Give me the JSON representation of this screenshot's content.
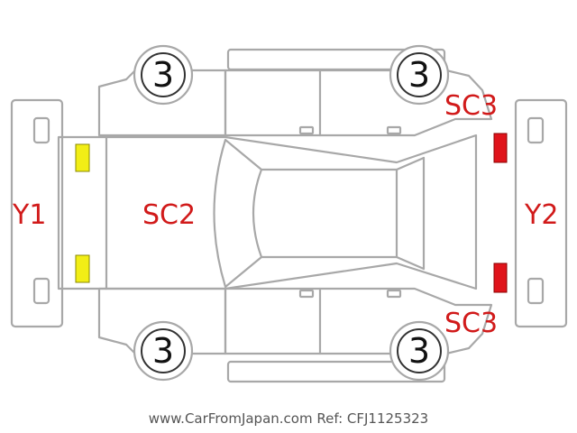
{
  "diagram": {
    "tire_marks": {
      "front_left": "3",
      "front_right": "3",
      "rear_left": "3",
      "rear_right": "3"
    },
    "labels": {
      "front_bumper": "Y1",
      "rear_bumper": "Y2",
      "hood": "SC2",
      "rear_upper": "SC3",
      "rear_lower": "SC3"
    },
    "colors": {
      "headlight_marks": "#f2ee16",
      "taillight_marks": "#e0141b",
      "label_text": "#d11a1a",
      "outline": "#a8a8a8"
    },
    "footer": "www.CarFromJapan.com Ref: CFJ1125323"
  }
}
